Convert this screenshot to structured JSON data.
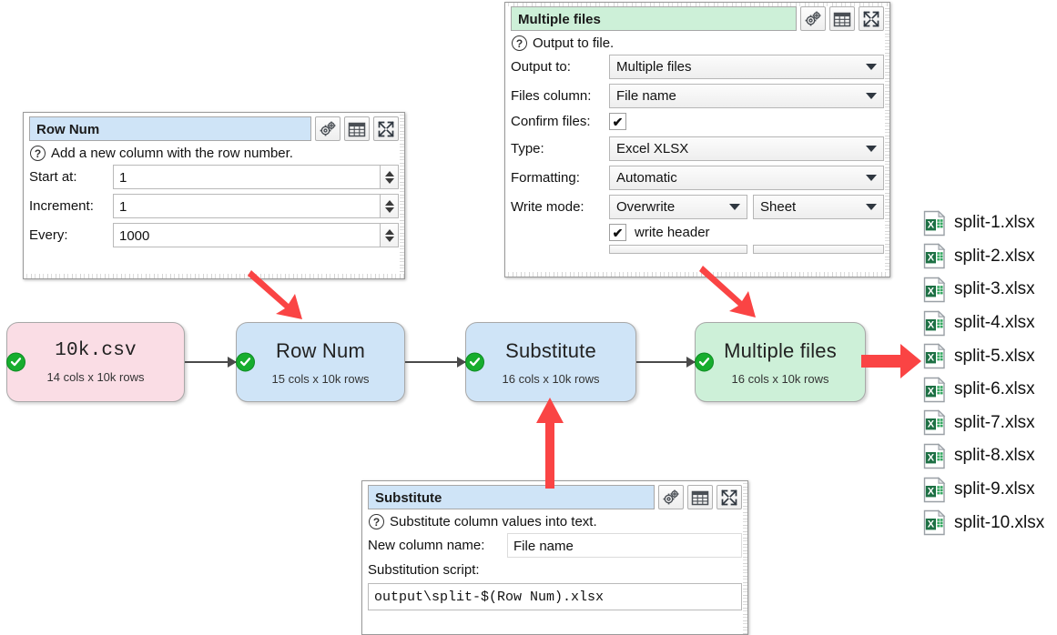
{
  "panels": {
    "row_num": {
      "title": "Row Num",
      "help": "Add a new column with the row number.",
      "fields": [
        {
          "label": "Start at:",
          "value": "1"
        },
        {
          "label": "Increment:",
          "value": "1"
        },
        {
          "label": "Every:",
          "value": "1000"
        }
      ],
      "toolbar": [
        "gears-icon",
        "table-icon",
        "expand-icon"
      ]
    },
    "multiple_files": {
      "title": "Multiple files",
      "help": "Output to file.",
      "fields": [
        {
          "label": "Output to:",
          "value": "Multiple files",
          "kind": "combo"
        },
        {
          "label": "Files column:",
          "value": "File name",
          "kind": "combo"
        },
        {
          "label": "Confirm files:",
          "value": "✔",
          "kind": "checkbox"
        },
        {
          "label": "Type:",
          "value": "Excel XLSX",
          "kind": "combo"
        },
        {
          "label": "Formatting:",
          "value": "Automatic",
          "kind": "combo"
        },
        {
          "label": "Write mode:",
          "value": "Overwrite",
          "value2": "Sheet",
          "kind": "combo2"
        }
      ],
      "write_header": {
        "checked": "✔",
        "label": "write header"
      },
      "toolbar": [
        "gears-icon",
        "table-icon",
        "expand-icon"
      ]
    },
    "substitute": {
      "title": "Substitute",
      "help": "Substitute column values into text.",
      "new_column_label": "New column name:",
      "new_column_value": "File name",
      "script_label": "Substitution script:",
      "script_value": "output\\split-$(Row Num).xlsx",
      "toolbar": [
        "gears-icon",
        "table-icon",
        "expand-icon"
      ]
    }
  },
  "flow": {
    "nodes": [
      {
        "title": "10k.csv",
        "sub": "14 cols x 10k rows",
        "color": "pink",
        "status": "ok"
      },
      {
        "title": "Row Num",
        "sub": "15 cols x 10k rows",
        "color": "blue",
        "status": "ok"
      },
      {
        "title": "Substitute",
        "sub": "16 cols x 10k rows",
        "color": "blue",
        "status": "ok"
      },
      {
        "title": "Multiple files",
        "sub": "16 cols x 10k rows",
        "color": "green",
        "status": "ok"
      }
    ]
  },
  "files": [
    {
      "name": "split-1.xlsx"
    },
    {
      "name": "split-2.xlsx"
    },
    {
      "name": "split-3.xlsx"
    },
    {
      "name": "split-4.xlsx"
    },
    {
      "name": "split-5.xlsx"
    },
    {
      "name": "split-6.xlsx"
    },
    {
      "name": "split-7.xlsx"
    },
    {
      "name": "split-8.xlsx"
    },
    {
      "name": "split-9.xlsx"
    },
    {
      "name": "split-10.xlsx"
    }
  ],
  "colors": {
    "annotation_red": "#fa4444",
    "node_pink": "#fadde5",
    "node_blue": "#cfe4f7",
    "node_green": "#cdf0d8",
    "status_green": "#17ad2e",
    "excel_green": "#1d7044"
  }
}
